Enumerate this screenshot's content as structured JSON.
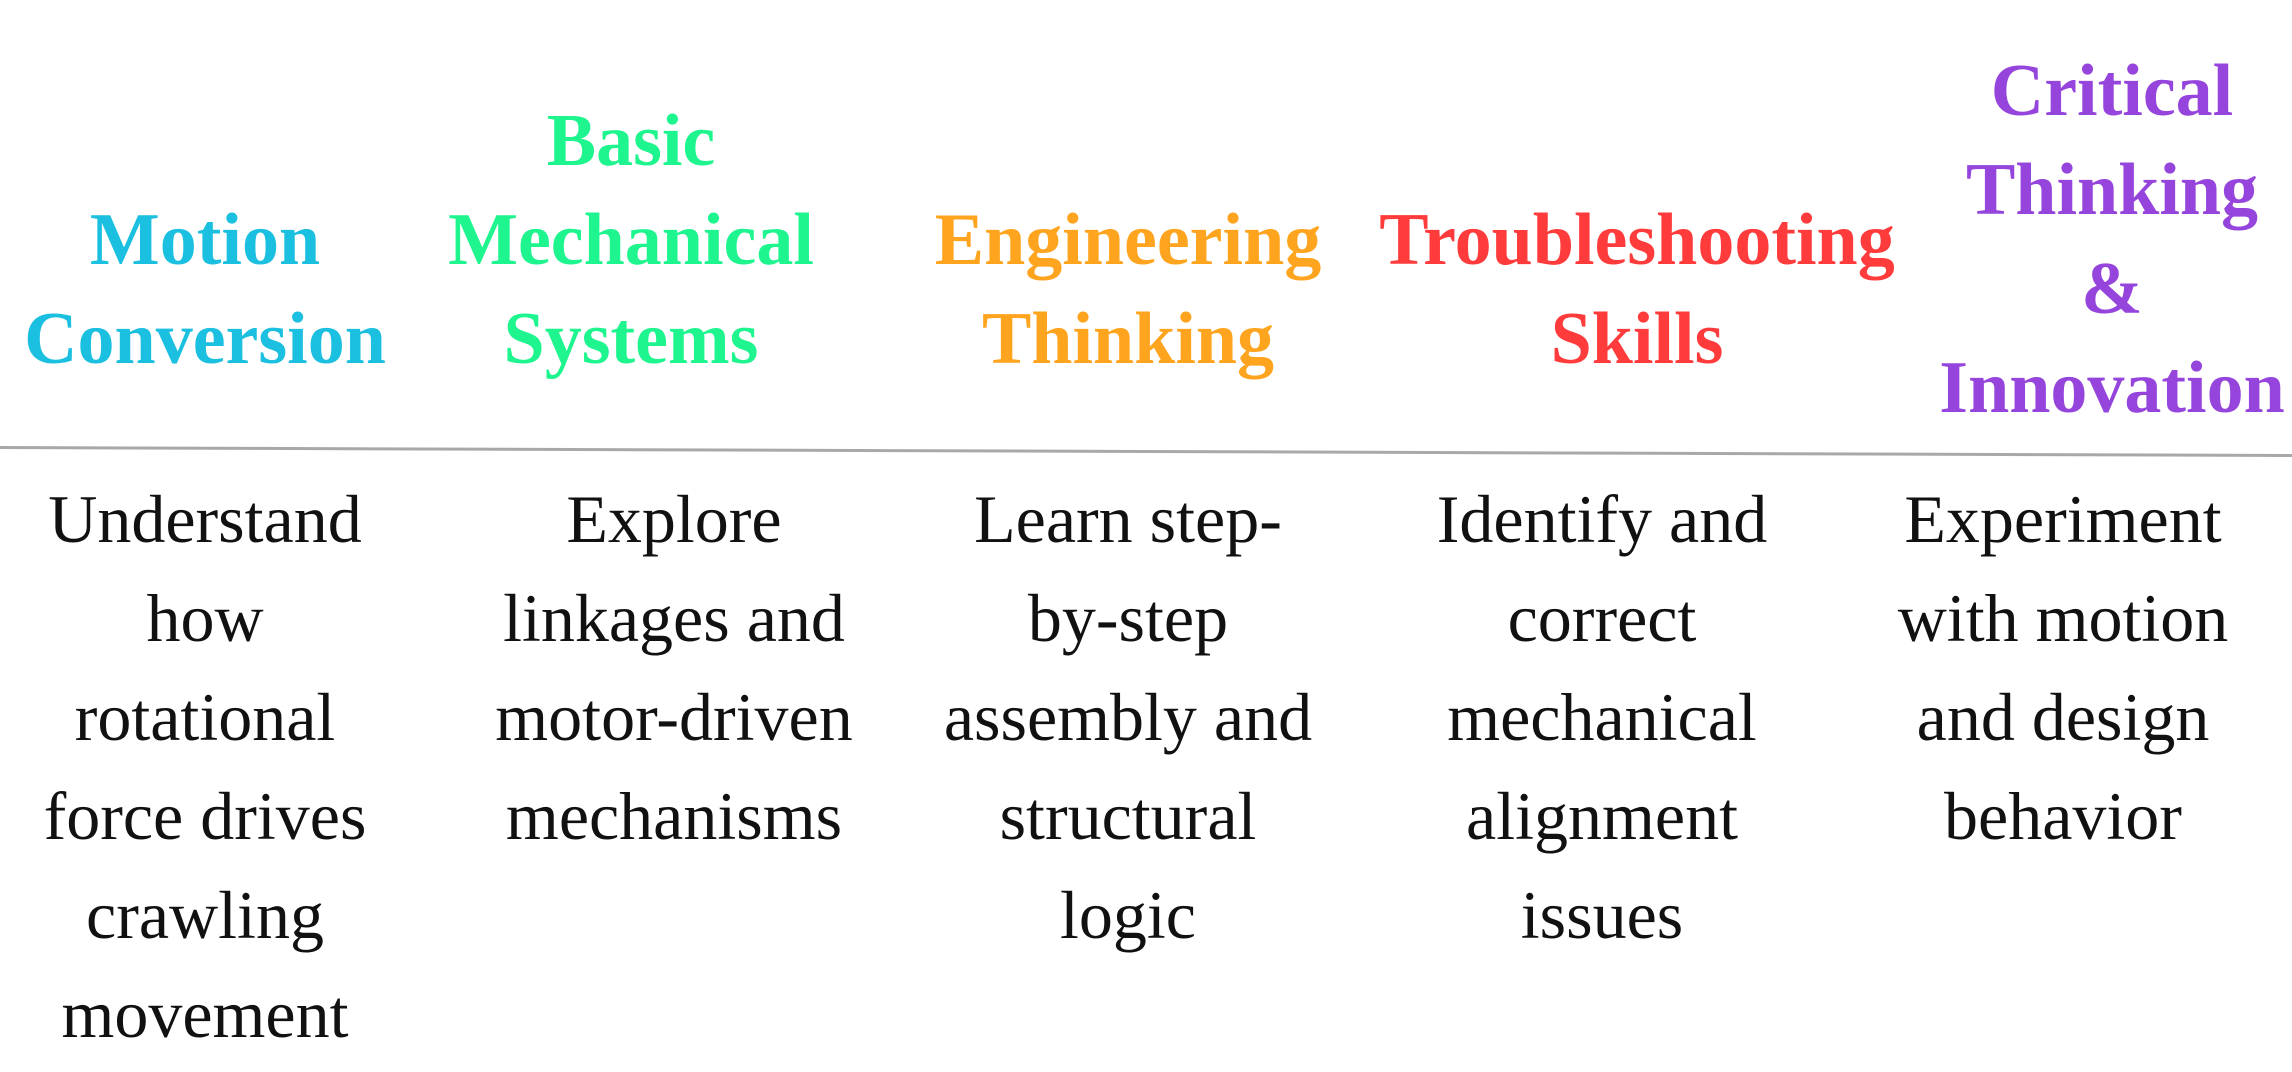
{
  "colors": {
    "motion": "#1BBFDF",
    "mechanical": "#1EF58F",
    "engineering": "#FFA41F",
    "troubleshooting": "#FF3B3B",
    "critical": "#9645DC"
  },
  "columns": [
    {
      "heading": [
        "Motion",
        "Conversion"
      ],
      "description": [
        "Understand",
        "how",
        "rotational",
        "force drives",
        "crawling",
        "movement"
      ]
    },
    {
      "heading": [
        "Basic",
        "Mechanical",
        "Systems"
      ],
      "description": [
        "Explore",
        "linkages and",
        "motor-driven",
        "mechanisms"
      ]
    },
    {
      "heading": [
        "Engineering",
        "Thinking"
      ],
      "description": [
        "Learn step-",
        "by-step",
        "assembly and",
        "structural",
        "logic"
      ]
    },
    {
      "heading": [
        "Troubleshooting",
        "Skills"
      ],
      "description": [
        "Identify and",
        "correct",
        "mechanical",
        "alignment",
        "issues"
      ]
    },
    {
      "heading": [
        "Critical",
        "Thinking",
        "&",
        "Innovation"
      ],
      "description": [
        "Experiment",
        "with motion",
        "and design",
        "behavior"
      ]
    }
  ]
}
